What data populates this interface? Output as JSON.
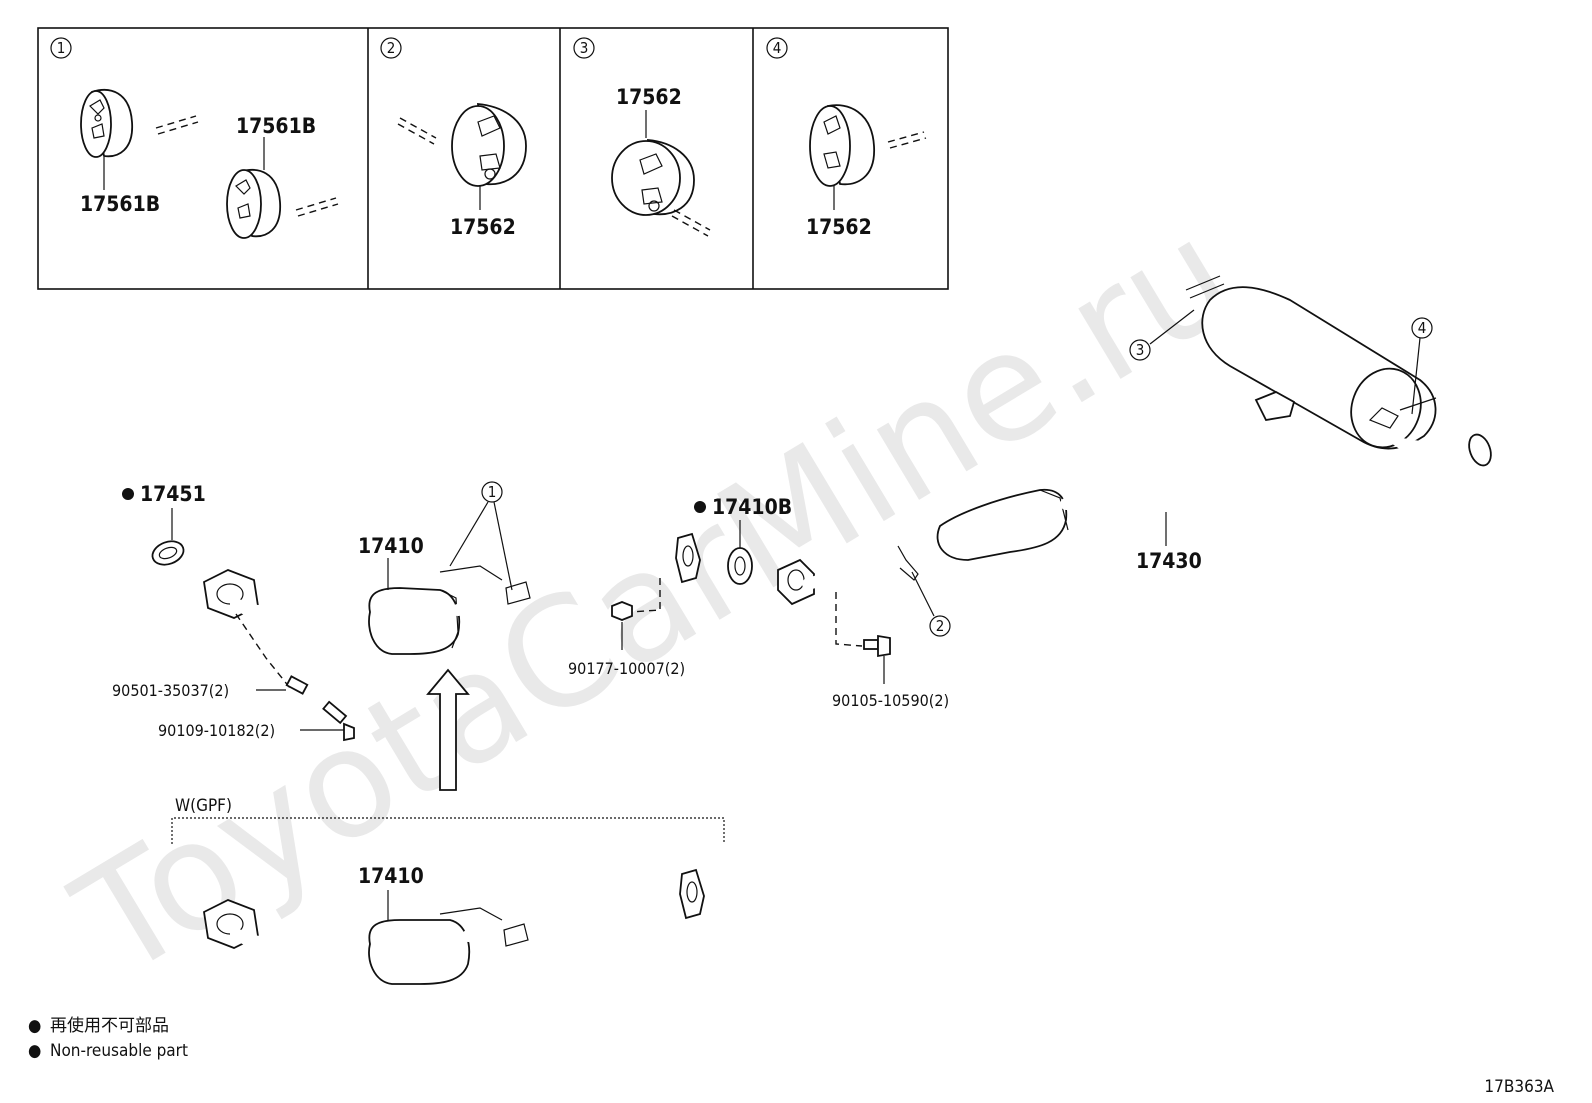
{
  "watermark": "ToyotaCarMine.ru",
  "insets": [
    {
      "num": "1",
      "labels": [
        "17561B",
        "17561B"
      ]
    },
    {
      "num": "2",
      "labels": [
        "17562"
      ]
    },
    {
      "num": "3",
      "labels": [
        "17562"
      ]
    },
    {
      "num": "4",
      "labels": [
        "17562"
      ]
    }
  ],
  "parts": {
    "gasket_front": "17451",
    "front_pipe": "17410",
    "gasket_center": "17410B",
    "tail_pipe": "17430",
    "stud_bolt": "90501-35037(2)",
    "bolt_front": "90109-10182(2)",
    "nut": "90177-10007(2)",
    "bolt_center": "90105-10590(2)",
    "front_pipe_gpf": "17410"
  },
  "callouts": {
    "c1": "1",
    "c2": "2",
    "c3": "3",
    "c4": "4"
  },
  "variant_label": "W(GPF)",
  "legend": {
    "bullet": "●",
    "line_jp": "再使用不可部品",
    "line_en": "Non-reusable part"
  },
  "diagram_code": "17B363A"
}
